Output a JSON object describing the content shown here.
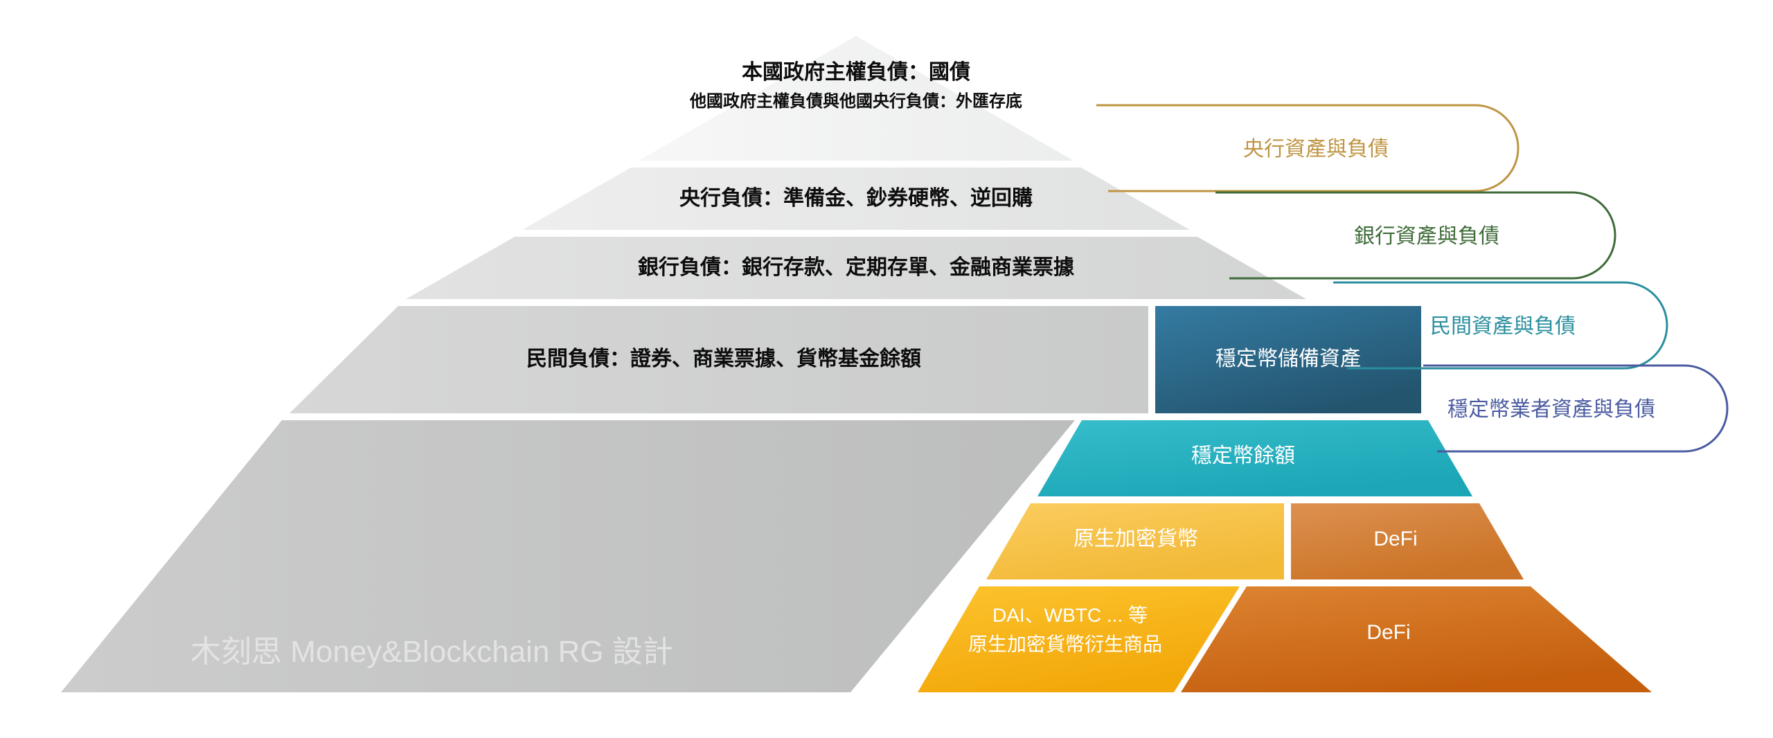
{
  "diagram": {
    "title_watermark": "木刻思 Money&Blockchain RG 設計",
    "tiers": [
      {
        "id": "tier-sovereign",
        "line1": "本國政府主權負債：國債",
        "line2": "他國政府主權負債與他國央行負債：外匯存底",
        "fill": "#f2f2f2"
      },
      {
        "id": "tier-central-bank",
        "line1": "央行負債：準備金、鈔券硬幣、逆回購",
        "fill": "#eaeaea"
      },
      {
        "id": "tier-bank",
        "line1": "銀行負債：銀行存款、定期存單、金融商業票據",
        "fill": "#dedede"
      },
      {
        "id": "tier-private",
        "line1": "民間負債：證券、商業票據、貨幣基金餘額",
        "fill": "#d4d4d4"
      },
      {
        "id": "tier-base",
        "line1": "",
        "fill": "#c6c6c6"
      }
    ],
    "blocks": [
      {
        "id": "stablecoin-reserve",
        "label": "穩定幣儲備資產",
        "fill": "#2c6b8f"
      },
      {
        "id": "stablecoin-balance",
        "label": "穩定幣餘額",
        "fill": "#2eb5c4"
      },
      {
        "id": "native-crypto",
        "label": "原生加密貨幣",
        "fill": "#f5c24c"
      },
      {
        "id": "defi-upper",
        "label": "DeFi",
        "fill": "#d3812f"
      },
      {
        "id": "crypto-derivatives",
        "label": "DAI、WBTC ... 等\n原生加密貨幣衍生商品",
        "line1": "DAI、WBTC ... 等",
        "line2": "原生加密貨幣衍生商品",
        "fill": "#f6b313"
      },
      {
        "id": "defi-lower",
        "label": "DeFi",
        "fill": "#cf6a17"
      }
    ],
    "callouts": [
      {
        "id": "callout-central-bank",
        "label": "央行資產與負債",
        "color": "#bf9441"
      },
      {
        "id": "callout-bank",
        "label": "銀行資產與負債",
        "color": "#3e6b38"
      },
      {
        "id": "callout-private",
        "label": "民間資產與負債",
        "color": "#2a8e9e"
      },
      {
        "id": "callout-stablecoin-issuer",
        "label": "穩定幣業者資產與負債",
        "color": "#4a5ba0"
      }
    ]
  }
}
